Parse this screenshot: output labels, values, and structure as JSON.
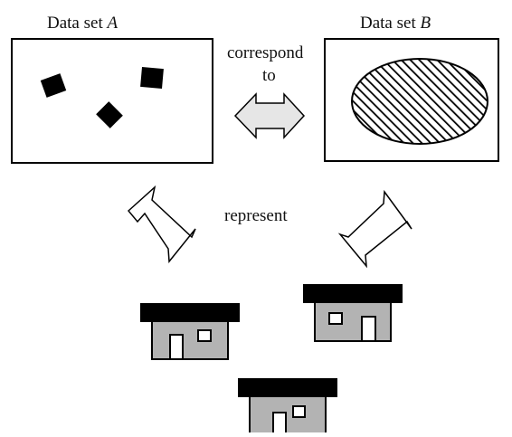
{
  "labels": {
    "set_a_prefix": "Data set ",
    "set_a_letter": "A",
    "set_b_prefix": "Data set ",
    "set_b_letter": "B",
    "correspond_line1": "correspond",
    "correspond_line2": "to",
    "represent": "represent"
  },
  "colors": {
    "line": "#000000",
    "house_body": "#b3b3b3",
    "house_roof": "#000000",
    "arrow_horizontal_fill": "#e6e6e6",
    "arrow_diagonal_fill": "#ffffff",
    "background": "#ffffff"
  },
  "shapes": {
    "set_a": "three black squares",
    "set_b": "hatched ellipse"
  }
}
